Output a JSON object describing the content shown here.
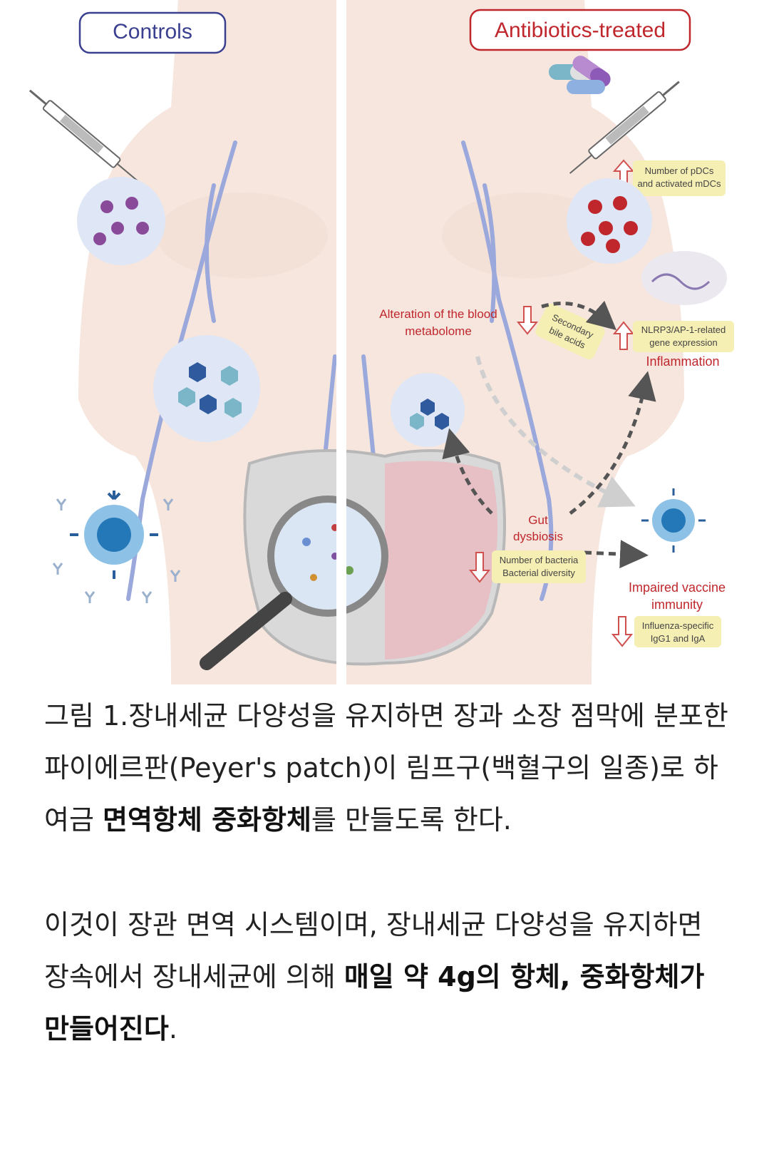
{
  "figure": {
    "left_panel": {
      "label": "Controls"
    },
    "right_panel": {
      "label": "Antibiotics-treated"
    },
    "annotations": {
      "pdcs": "Number of pDCs",
      "pdcs2": "and activated mDCs",
      "blood_metabolome_1": "Alteration of the blood",
      "blood_metabolome_2": "metabolome",
      "bile_1": "Secondary",
      "bile_2": "bile acids",
      "nlrp3_1": "NLRP3/AP-1-related",
      "nlrp3_2": "gene expression",
      "inflammation": "Inflammation",
      "gut_1": "Gut",
      "gut_2": "dysbiosis",
      "bacteria_1": "Number of bacteria",
      "bacteria_2": "Bacterial diversity",
      "vaccine_1": "Impaired vaccine",
      "vaccine_2": "immunity",
      "influenza_1": "Influenza-specific",
      "influenza_2": "IgG1 and IgA"
    },
    "colors": {
      "controls": "#3a3f8f",
      "antibiotics": "#c0272d",
      "skin": "#f6e6de",
      "vein": "#9aa8dc",
      "note_bg": "#f6efb4"
    },
    "icons": [
      "syringe-icon",
      "capsule-icon",
      "dendritic-cell-icon",
      "b-cell-icon",
      "antibody-icon",
      "magnifier-icon",
      "intestine-icon",
      "up-arrow-icon",
      "down-arrow-icon"
    ]
  },
  "caption": {
    "p1_a": "그림 1.장내세균 다양성을 유지하면 장과 소장 점막에 분포한 파이에르판(Peyer's patch)이 림프구(백혈구의 일종)로 하여금 ",
    "p1_b": "면역항체 중화항체",
    "p1_c": "를 만들도록 한다.",
    "p2_a": "이것이 장관 면역 시스템이며, 장내세균 다양성을 유지하면 장속에서 장내세균에 의해 ",
    "p2_b": "매일 약 4g의 항체, 중화항체가 만들어진다",
    "p2_c": "."
  }
}
